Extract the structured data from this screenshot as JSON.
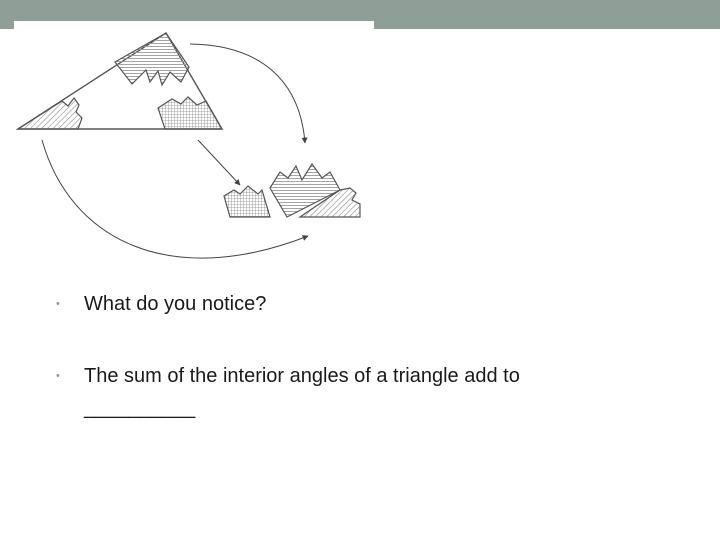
{
  "bullets": [
    {
      "text": "What do you notice?"
    },
    {
      "text": "The sum of the interior angles of a triangle add to",
      "continuation": "__________"
    }
  ],
  "bullet_glyph": "•",
  "colors": {
    "header_bar": "#8f9e96",
    "hatch": "#9a9a9a",
    "outline": "#555555"
  },
  "figure_icon": "torn-triangle-angles-diagram"
}
